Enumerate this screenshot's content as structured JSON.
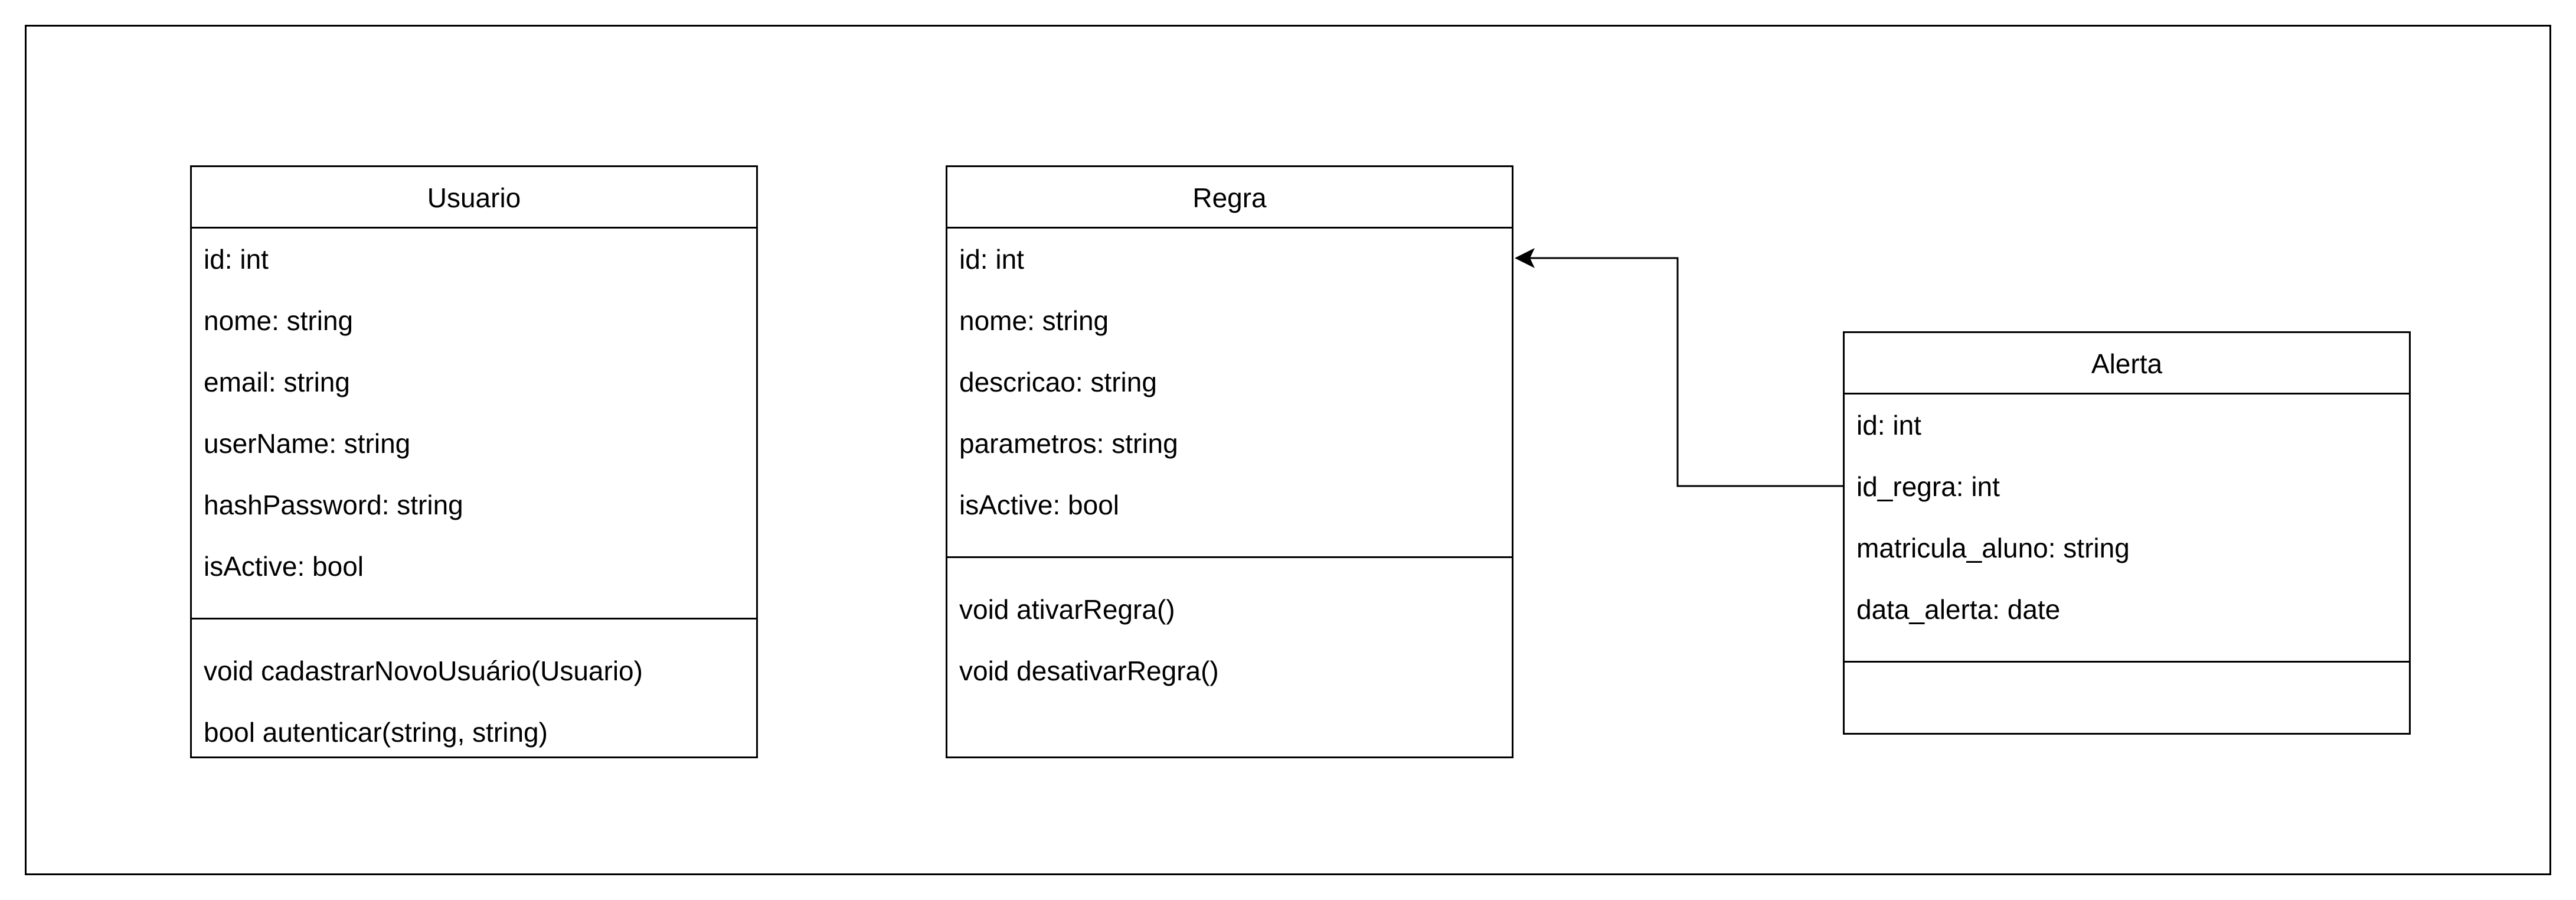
{
  "classes": {
    "usuario": {
      "name": "Usuario",
      "attributes": [
        "id: int",
        "nome: string",
        "email: string",
        "userName: string",
        "hashPassword: string",
        "isActive: bool"
      ],
      "operations": [
        "void cadastrarNovoUsuário(Usuario)",
        "bool autenticar(string, string)"
      ]
    },
    "regra": {
      "name": "Regra",
      "attributes": [
        "id: int",
        "nome: string",
        "descricao: string",
        "parametros: string",
        "isActive: bool"
      ],
      "operations": [
        "void ativarRegra()",
        "void desativarRegra()"
      ]
    },
    "alerta": {
      "name": "Alerta",
      "attributes": [
        "id: int",
        "id_regra: int",
        "matricula_aluno: string",
        "data_alerta: date"
      ],
      "operations": []
    }
  },
  "relationships": [
    {
      "from": "alerta.id_regra",
      "to": "regra.id",
      "type": "association-arrow"
    }
  ],
  "colors": {
    "line": "#000000",
    "background": "#ffffff"
  }
}
